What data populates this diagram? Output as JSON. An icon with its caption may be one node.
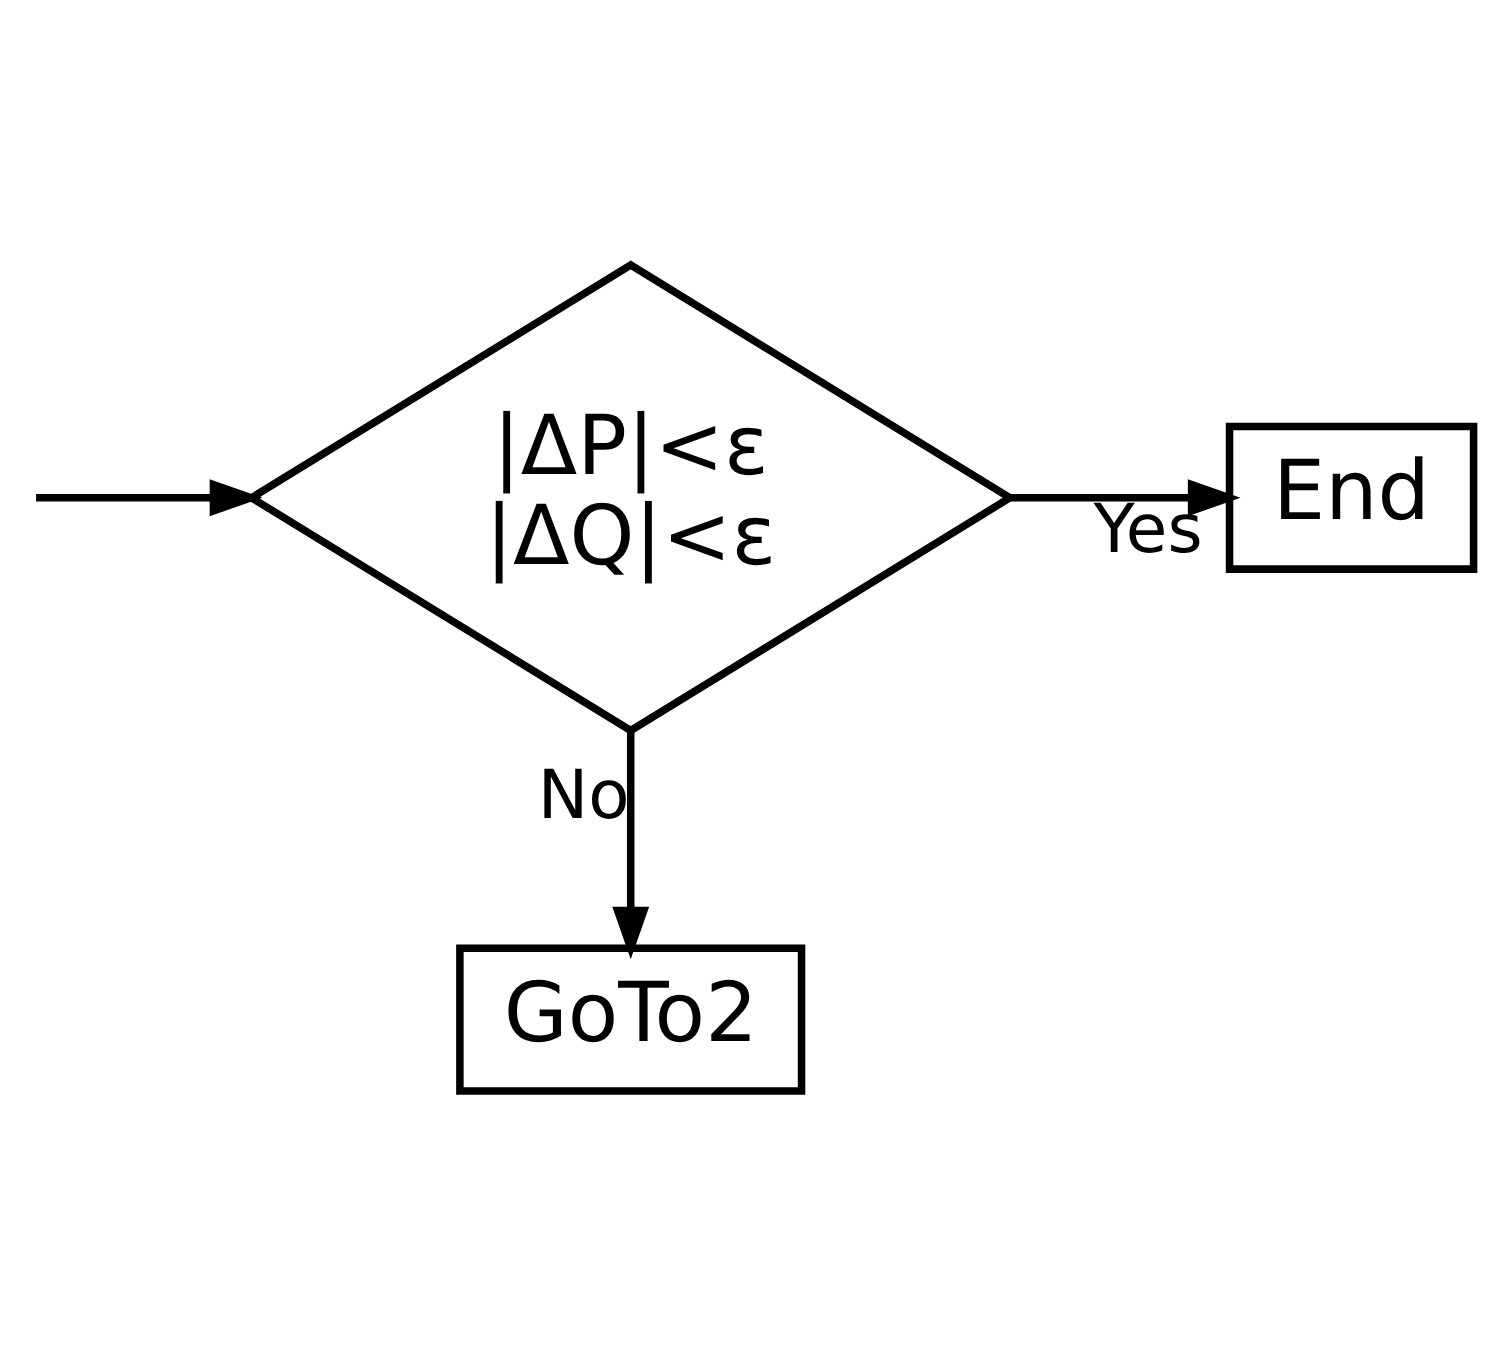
{
  "diagram": {
    "nodes": [
      {
        "text": [
          "|ΔP|<ε",
          "|ΔQ|<ε"
        ]
      },
      {
        "text": [
          "End"
        ]
      },
      {
        "text": [
          "GoTo2"
        ]
      }
    ],
    "edges": [
      {
        "from": null,
        "to": 0,
        "arrow": "to"
      },
      {
        "from": 0,
        "to": 1,
        "arrow": "to",
        "label": "Yes"
      },
      {
        "from": 0,
        "to": 2,
        "arrow": "to",
        "label": "No"
      }
    ]
  }
}
